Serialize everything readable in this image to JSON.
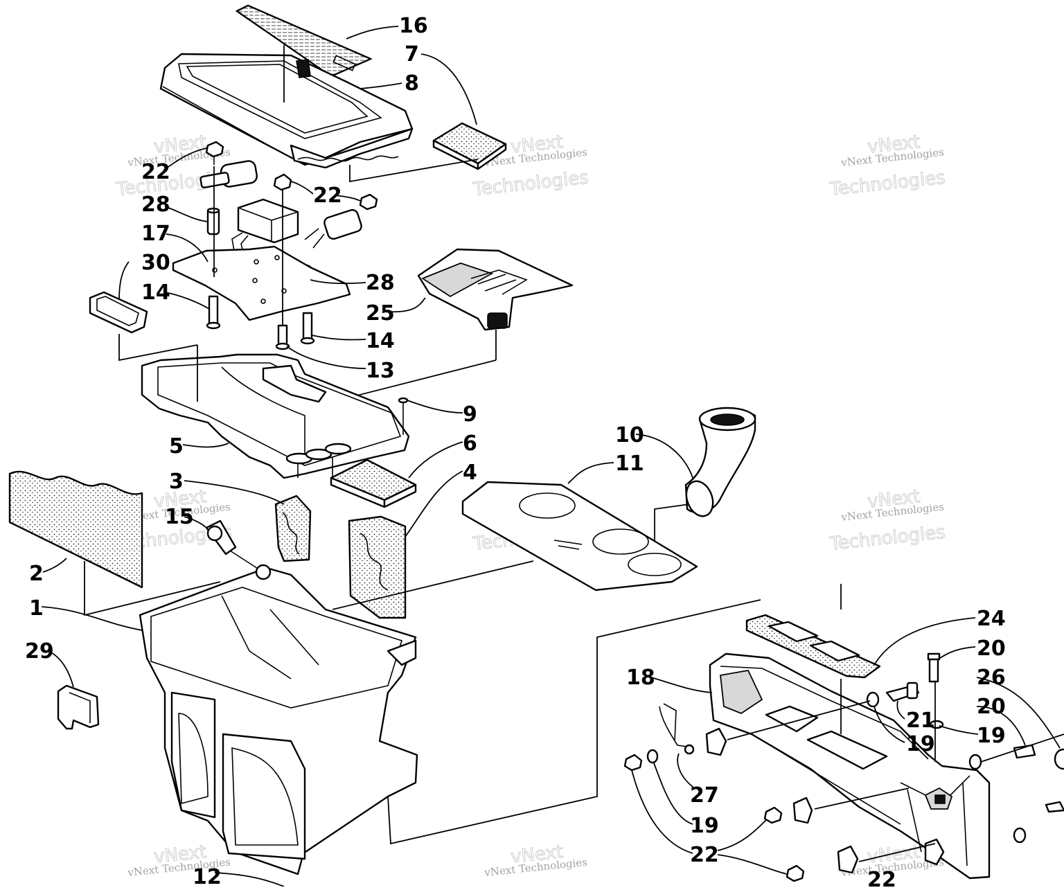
{
  "diagram": {
    "callouts": [
      {
        "id": "c16a",
        "text": "16"
      },
      {
        "id": "c7",
        "text": "7"
      },
      {
        "id": "c8",
        "text": "8"
      },
      {
        "id": "c22a",
        "text": "22"
      },
      {
        "id": "c22b",
        "text": "22"
      },
      {
        "id": "c28a",
        "text": "28"
      },
      {
        "id": "c17",
        "text": "17"
      },
      {
        "id": "c30",
        "text": "30"
      },
      {
        "id": "c14a",
        "text": "14"
      },
      {
        "id": "c28b",
        "text": "28"
      },
      {
        "id": "c25",
        "text": "25"
      },
      {
        "id": "c14b",
        "text": "14"
      },
      {
        "id": "c13",
        "text": "13"
      },
      {
        "id": "c9",
        "text": "9"
      },
      {
        "id": "c10",
        "text": "10"
      },
      {
        "id": "c6",
        "text": "6"
      },
      {
        "id": "c5",
        "text": "5"
      },
      {
        "id": "c11",
        "text": "11"
      },
      {
        "id": "c3",
        "text": "3"
      },
      {
        "id": "c4",
        "text": "4"
      },
      {
        "id": "c15",
        "text": "15"
      },
      {
        "id": "c2",
        "text": "2"
      },
      {
        "id": "c1",
        "text": "1"
      },
      {
        "id": "c29",
        "text": "29"
      },
      {
        "id": "c24",
        "text": "24"
      },
      {
        "id": "c20a",
        "text": "20"
      },
      {
        "id": "c18",
        "text": "18"
      },
      {
        "id": "c26",
        "text": "26"
      },
      {
        "id": "c20b",
        "text": "20"
      },
      {
        "id": "c21",
        "text": "21"
      },
      {
        "id": "c19a",
        "text": "19"
      },
      {
        "id": "c19b",
        "text": "19"
      },
      {
        "id": "c27",
        "text": "27"
      },
      {
        "id": "c19c",
        "text": "19"
      },
      {
        "id": "c22c",
        "text": "22"
      },
      {
        "id": "c12",
        "text": "12"
      },
      {
        "id": "c22d",
        "text": "22"
      }
    ],
    "watermark": {
      "line1": "vNext Technologies",
      "line2": "vNext",
      "line3": "Technologies"
    }
  }
}
